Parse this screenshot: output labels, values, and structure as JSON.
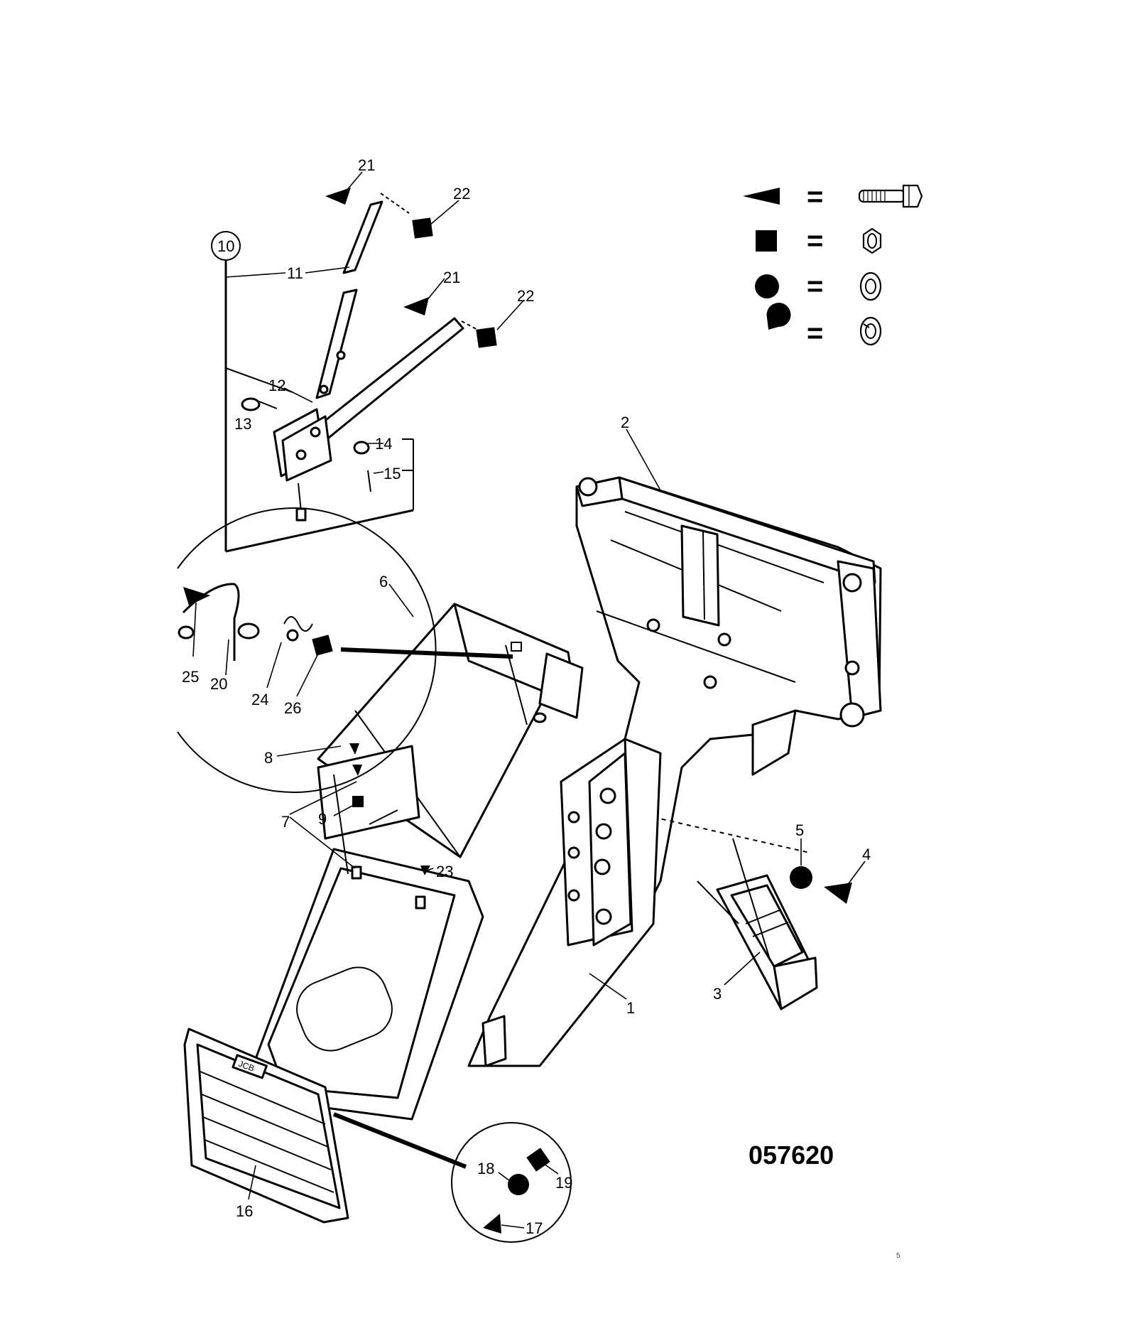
{
  "drawing_number": "057620",
  "page_number": "5",
  "legend": [
    {
      "symbol": "arrowhead",
      "equals": "=",
      "icon": "bolt-icon"
    },
    {
      "symbol": "square",
      "equals": "=",
      "icon": "hex-nut-icon"
    },
    {
      "symbol": "circle",
      "equals": "=",
      "icon": "plain-washer-icon"
    },
    {
      "symbol": "notched-circle",
      "equals": "=",
      "icon": "spring-washer-icon"
    }
  ],
  "callouts": {
    "c1": "1",
    "c2": "2",
    "c3": "3",
    "c4": "4",
    "c5": "5",
    "c6": "6",
    "c7": "7",
    "c8": "8",
    "c9": "9",
    "c10": "10",
    "c11": "11",
    "c12": "12",
    "c13": "13",
    "c14": "14",
    "c15": "15",
    "c16": "16",
    "c17": "17",
    "c18": "18",
    "c19": "19",
    "c20": "20",
    "c21a": "21",
    "c21b": "21",
    "c22a": "22",
    "c22b": "22",
    "c23": "23",
    "c24": "24",
    "c25": "25",
    "c26": "26"
  },
  "grille_badge": "JCB"
}
